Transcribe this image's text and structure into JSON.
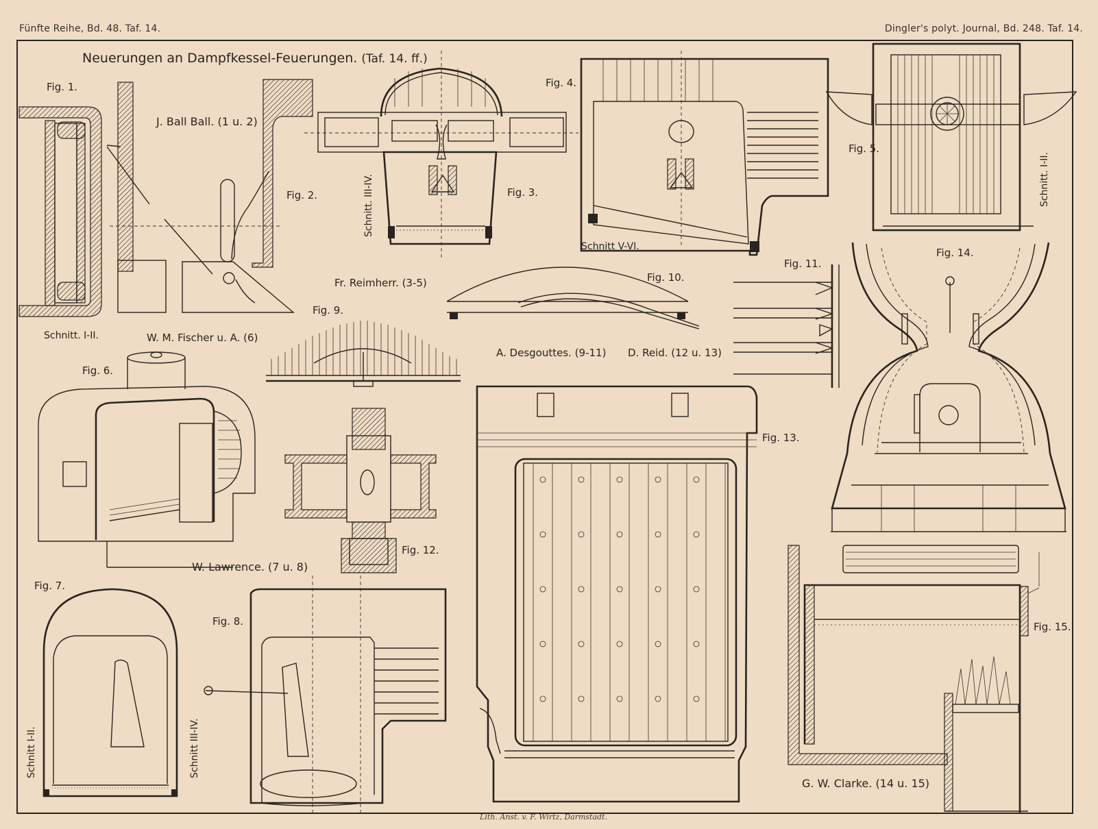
{
  "header": {
    "left": "Fünfte Reihe, Bd. 48. Taf. 14.",
    "right": "Dingler's polyt. Journal, Bd. 248. Taf. 14."
  },
  "title": {
    "main": "Neuerungen an Dampfkessel-Feuerungen.",
    "sub": "(Taf. 14. ff.)"
  },
  "figures": {
    "fig1": "Fig. 1.",
    "fig2": "Fig. 2.",
    "fig3": "Fig. 3.",
    "fig4": "Fig. 4.",
    "fig5": "Fig. 5.",
    "fig6": "Fig. 6.",
    "fig7": "Fig. 7.",
    "fig8": "Fig. 8.",
    "fig9": "Fig. 9.",
    "fig10": "Fig. 10.",
    "fig11": "Fig. 11.",
    "fig12": "Fig. 12.",
    "fig13": "Fig. 13.",
    "fig14": "Fig. 14.",
    "fig15": "Fig. 15."
  },
  "authors": {
    "ball": "J. Ball Ball. (1 u. 2)",
    "reimherr": "Fr. Reimherr. (3-5)",
    "fischer": "W. M. Fischer u. A. (6)",
    "desgouttes": "A. Desgouttes. (9-11)",
    "reid": "D. Reid. (12 u. 13)",
    "lawrence": "W. Lawrence. (7 u. 8)",
    "clarke": "G. W. Clarke. (14 u. 15)"
  },
  "sections": {
    "s1": "Schnitt. I-II.",
    "s3": "Schnitt. III-IV.",
    "s4": "Schnitt V-VI.",
    "s5": "Schnitt. I-II.",
    "s7": "Schnitt I-II.",
    "s8": "Schnitt III-IV."
  },
  "footer": "Lith. Anst. v. F. Wirtz, Darmstadt."
}
